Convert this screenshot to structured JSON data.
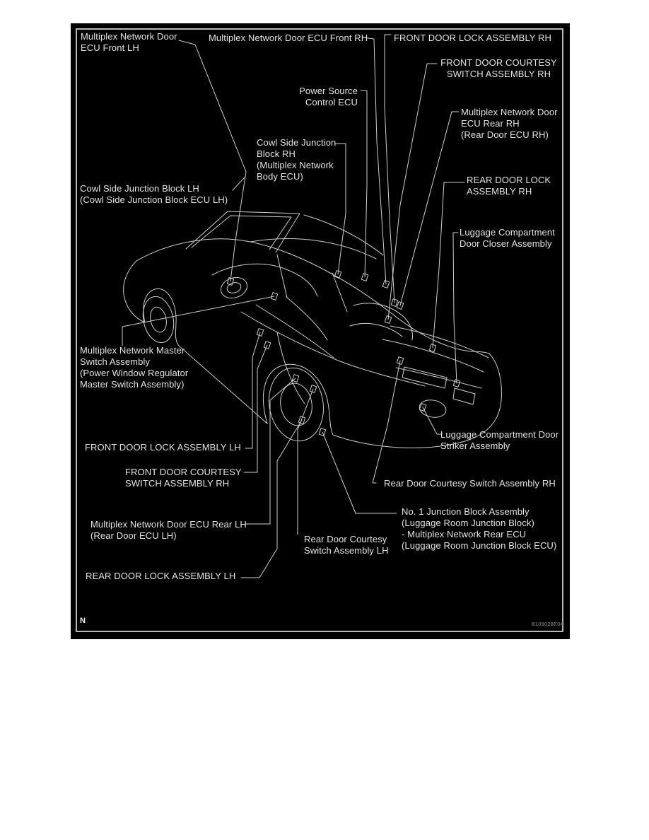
{
  "figure": {
    "corner_letter": "N",
    "figure_code": "B109028E04",
    "colors": {
      "page_background": "#ffffff",
      "figure_background": "#000000",
      "line": "#cfcfcf",
      "text": "#e3e3e3",
      "frame_border": "#b5b5b5"
    },
    "labels": {
      "mnd_ecu_front_lh": "Multiplex Network Door\nECU Front LH",
      "mnd_ecu_front_rh": "Multiplex Network Door ECU Front RH",
      "front_door_lock_rh": "FRONT DOOR LOCK ASSEMBLY RH",
      "front_door_courtesy_rh_top": "FRONT DOOR COURTESY\nSWITCH ASSEMBLY RH",
      "power_source_ecu": "Power Source\nControl ECU",
      "mnd_ecu_rear_rh": "Multiplex Network Door\nECU Rear RH\n(Rear Door ECU RH)",
      "cowl_side_junction_rh": "Cowl Side Junction\nBlock RH\n(Multiplex Network\nBody ECU)",
      "rear_door_lock_rh": "REAR DOOR LOCK\nASSEMBLY RH",
      "cowl_side_junction_lh": "Cowl Side Junction Block LH\n(Cowl Side Junction Block ECU LH)",
      "luggage_door_closer": "Luggage Compartment\nDoor Closer Assembly",
      "master_switch": "Multiplex Network Master\nSwitch Assembly\n(Power Window Regulator\nMaster Switch Assembly)",
      "front_door_lock_lh": "FRONT DOOR LOCK ASSEMBLY LH",
      "front_door_courtesy_lh": "FRONT DOOR COURTESY\nSWITCH ASSEMBLY RH",
      "mnd_ecu_rear_lh": "Multiplex Network Door ECU Rear LH\n(Rear Door ECU LH)",
      "rear_door_lock_lh": "REAR DOOR LOCK ASSEMBLY LH",
      "rear_courtesy_lh": "Rear Door Courtesy\nSwitch Assembly LH",
      "rear_courtesy_rh": "Rear Door Courtesy Switch Assembly RH",
      "luggage_striker": "Luggage Compartment Door\nStriker Assembly",
      "no1_junction_block": "No. 1 Junction Block Assembly\n(Luggage Room Junction Block)\n- Multiplex Network Rear ECU\n(Luggage Room Junction Block ECU)"
    }
  }
}
